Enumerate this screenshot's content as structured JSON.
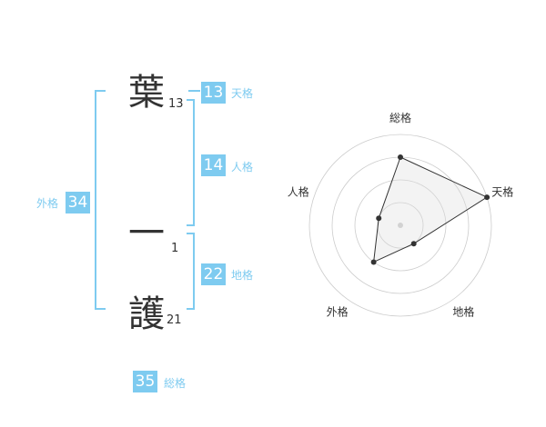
{
  "name_chars": [
    {
      "char": "葉",
      "strokes": "13"
    },
    {
      "char": "一",
      "strokes": "1"
    },
    {
      "char": "護",
      "strokes": "21"
    }
  ],
  "kakusu": {
    "tenkaku": {
      "value": "13",
      "label": "天格"
    },
    "jinkaku": {
      "value": "14",
      "label": "人格"
    },
    "chikaku": {
      "value": "22",
      "label": "地格"
    },
    "gaikaku": {
      "value": "34",
      "label": "外格"
    },
    "soukaku": {
      "value": "35",
      "label": "総格"
    }
  },
  "colors": {
    "accent": "#7ecbf0",
    "text": "#333333"
  },
  "chart_data": {
    "type": "radar",
    "axes": [
      "総格",
      "天格",
      "地格",
      "外格",
      "人格"
    ],
    "levels": 4,
    "values": [
      3,
      4,
      1,
      2,
      1
    ],
    "max": 4
  }
}
